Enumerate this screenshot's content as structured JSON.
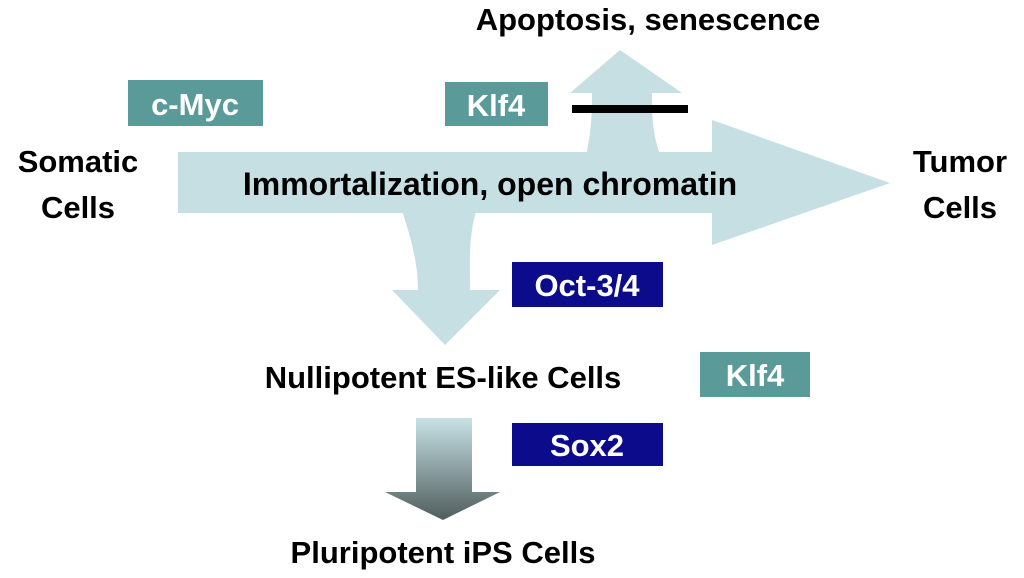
{
  "nodes": {
    "somatic_line1": "Somatic",
    "somatic_line2": "Cells",
    "tumor_line1": "Tumor",
    "tumor_line2": "Cells",
    "apoptosis": "Apoptosis, senescence",
    "immortalization": "Immortalization, open chromatin",
    "nullipotent": "Nullipotent ES-like Cells",
    "pluripotent": "Pluripotent iPS Cells"
  },
  "factors": {
    "cmyc": "c-Myc",
    "klf4_top": "Klf4",
    "oct": "Oct-3/4",
    "klf4_mid": "Klf4",
    "sox2": "Sox2"
  },
  "colors": {
    "arrow": "#c5dfe3",
    "teal_box": "#5a9a98",
    "navy_box": "#0b0b8c",
    "gradient_end": "#4f5d5d"
  }
}
